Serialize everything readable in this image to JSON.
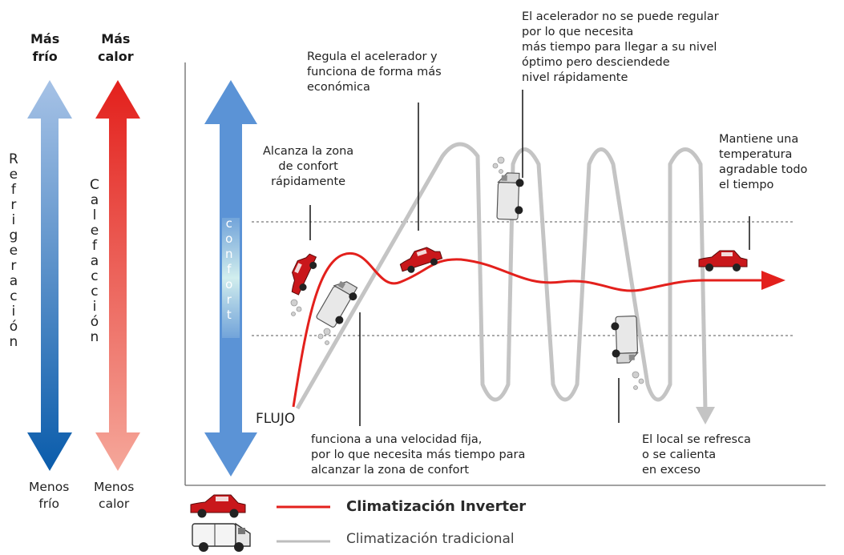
{
  "cooling_scale": {
    "top_label": "Más\nfrío",
    "bottom_label": "Menos\nfrío",
    "vertical_label": "Refrigeración",
    "color_top": "#a6c2e6",
    "color_bottom": "#0a5cab"
  },
  "heating_scale": {
    "top_label": "Más\ncalor",
    "bottom_label": "Menos\ncalor",
    "vertical_label": "Calefacción",
    "color_top": "#e3201c",
    "color_bottom": "#f5a79a"
  },
  "comfort_scale": {
    "vertical_label": "confort",
    "color": "#5b93d6"
  },
  "annotations": {
    "reaches_comfort": "Alcanza la zona\nde confort\nrápidamente",
    "regulates_throttle": "Regula el acelerador y\nfunciona de forma más\neconómica",
    "throttle_not_adjustable": "El acelerador no se puede regular\npor lo que necesita\nmás tiempo para llegar a su nivel\nóptimo pero desciendede\nnivel rápidamente",
    "keeps_temperature": "Mantiene una\ntemperatura\nagradable todo\nel tiempo",
    "flow": "FLUJO",
    "fixed_speed": "funciona a una velocidad fija,\npor lo que necesita más tiempo para\nalcanzar la zona de confort",
    "overshoot": "El local se refresca\no se calienta\nen exceso"
  },
  "legend": {
    "inverter_label": "Climatización Inverter",
    "inverter_color": "#e3201c",
    "traditional_label": "Climatización tradicional",
    "traditional_color": "#bdbdbd"
  },
  "icons": {
    "inverter": "red-car-icon",
    "traditional": "white-van-icon"
  }
}
